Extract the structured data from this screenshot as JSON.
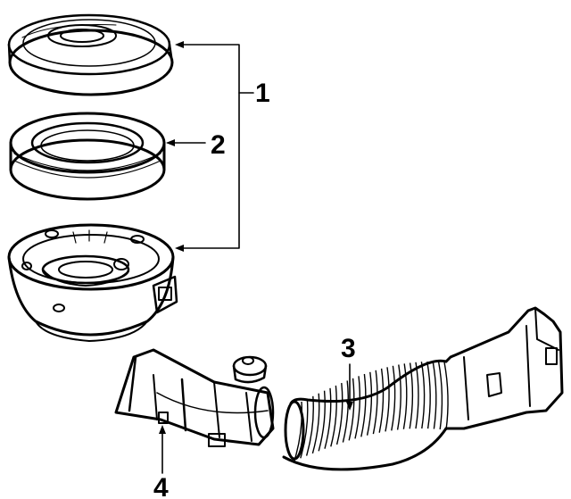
{
  "callouts": {
    "c1": "1",
    "c2": "2",
    "c3": "3",
    "c4": "4"
  },
  "parts": [
    {
      "id": "air-cleaner-lid",
      "callout": "1"
    },
    {
      "id": "air-filter-element",
      "callout": "2"
    },
    {
      "id": "air-cleaner-housing",
      "callout": "1"
    },
    {
      "id": "intake-duct",
      "callout": "3"
    },
    {
      "id": "intake-adapter",
      "callout": "4"
    }
  ],
  "colors": {
    "ink": "#000000",
    "paper": "#ffffff"
  }
}
